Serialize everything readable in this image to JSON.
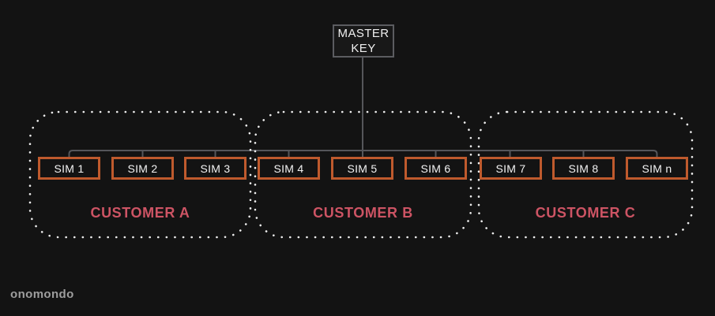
{
  "page": {
    "brand": "onomondo"
  },
  "master_key": {
    "label": "MASTER KEY"
  },
  "groups": [
    {
      "label": "CUSTOMER A",
      "sims": [
        "SIM 1",
        "SIM 2",
        "SIM 3"
      ]
    },
    {
      "label": "CUSTOMER B",
      "sims": [
        "SIM 4",
        "SIM 5",
        "SIM 6"
      ]
    },
    {
      "label": "CUSTOMER C",
      "sims": [
        "SIM 7",
        "SIM 8",
        "SIM n"
      ]
    }
  ],
  "colors": {
    "background": "#131313",
    "sim_border": "#bf5a2d",
    "sim_text": "#f2f2f2",
    "customer_label": "#cd5464",
    "connector": "#55565a",
    "master_key_border": "#5b5c60",
    "master_key_text": "#f0f0f0",
    "dotted_border": "#ededed",
    "brand_text": "#9e9e9e"
  }
}
